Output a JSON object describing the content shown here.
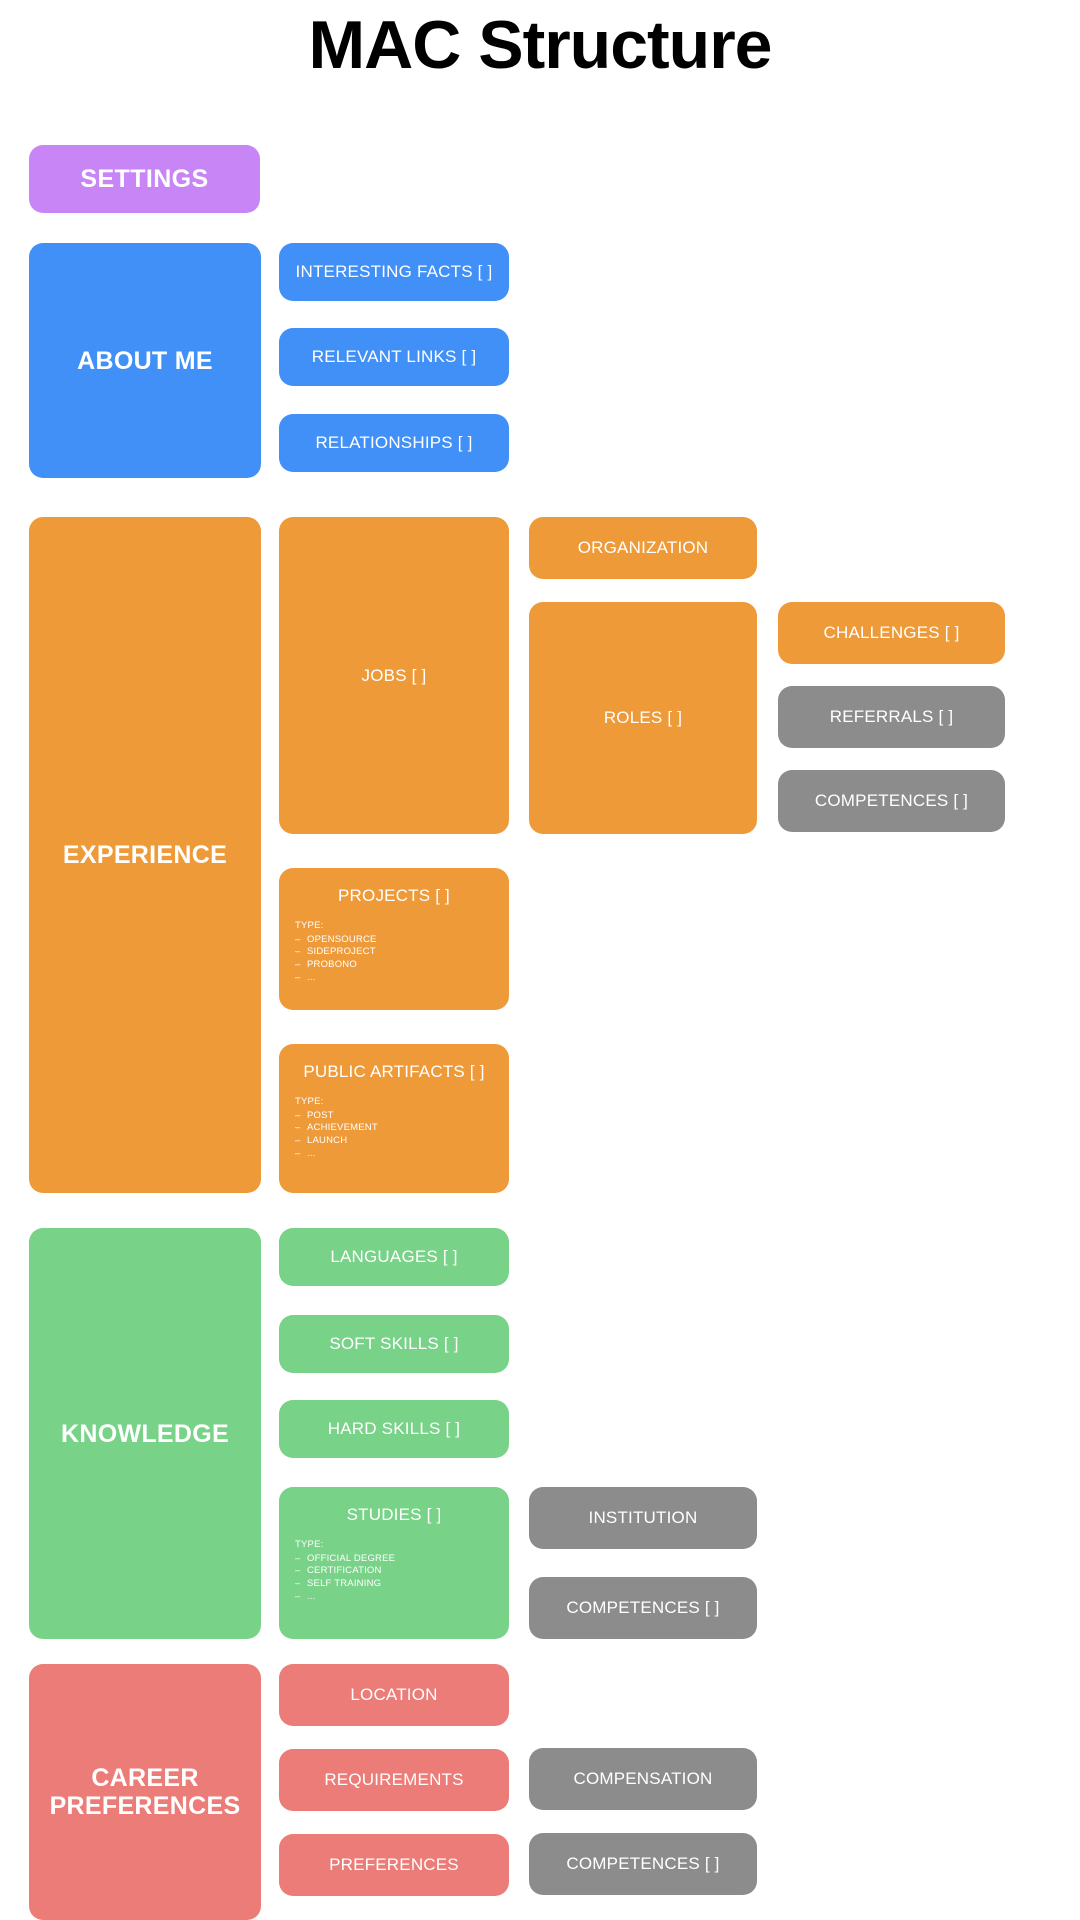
{
  "page": {
    "title": "MAC Structure",
    "background": "#ffffff"
  },
  "colors": {
    "purple": "#C885F5",
    "blue": "#4190F7",
    "orange": "#EE9A39",
    "green": "#78D288",
    "salmon": "#EC7C78",
    "gray": "#8C8C8C",
    "text": "#ffffff",
    "title": "#000000"
  },
  "settings": {
    "label": "SETTINGS"
  },
  "about_me": {
    "label": "ABOUT ME",
    "children": [
      {
        "label": "INTERESTING FACTS [ ]"
      },
      {
        "label": "RELEVANT LINKS [ ]"
      },
      {
        "label": "RELATIONSHIPS [ ]"
      }
    ]
  },
  "experience": {
    "label": "EXPERIENCE",
    "jobs": {
      "label": "JOBS [ ]"
    },
    "organization": {
      "label": "ORGANIZATION"
    },
    "roles": {
      "label": "ROLES [ ]"
    },
    "challenges": {
      "label": "CHALLENGES [ ]"
    },
    "referrals": {
      "label": "REFERRALS [ ]"
    },
    "competences": {
      "label": "COMPETENCES [ ]"
    },
    "projects": {
      "label": "PROJECTS [ ]",
      "type_heading": "TYPE:",
      "types": [
        "OPENSOURCE",
        "SIDEPROJECT",
        "PROBONO",
        "..."
      ]
    },
    "public_artifacts": {
      "label": "PUBLIC ARTIFACTS [ ]",
      "type_heading": "TYPE:",
      "types": [
        "POST",
        "ACHIEVEMENT",
        "LAUNCH",
        "..."
      ]
    }
  },
  "knowledge": {
    "label": "KNOWLEDGE",
    "languages": {
      "label": "LANGUAGES [ ]"
    },
    "soft_skills": {
      "label": "SOFT SKILLS [ ]"
    },
    "hard_skills": {
      "label": "HARD SKILLS [ ]"
    },
    "studies": {
      "label": "STUDIES [ ]",
      "type_heading": "TYPE:",
      "types": [
        "OFFICIAL DEGREE",
        "CERTIFICATION",
        "SELF TRAINING",
        "..."
      ]
    },
    "institution": {
      "label": "INSTITUTION"
    },
    "competences": {
      "label": "COMPETENCES [ ]"
    }
  },
  "career_preferences": {
    "label": "CAREER\nPREFERENCES",
    "label_line1": "CAREER",
    "label_line2": "PREFERENCES",
    "location": {
      "label": "LOCATION"
    },
    "requirements": {
      "label": "REQUIREMENTS"
    },
    "preferences": {
      "label": "PREFERENCES"
    },
    "compensation": {
      "label": "COMPENSATION"
    },
    "competences": {
      "label": "COMPETENCES [ ]"
    }
  }
}
